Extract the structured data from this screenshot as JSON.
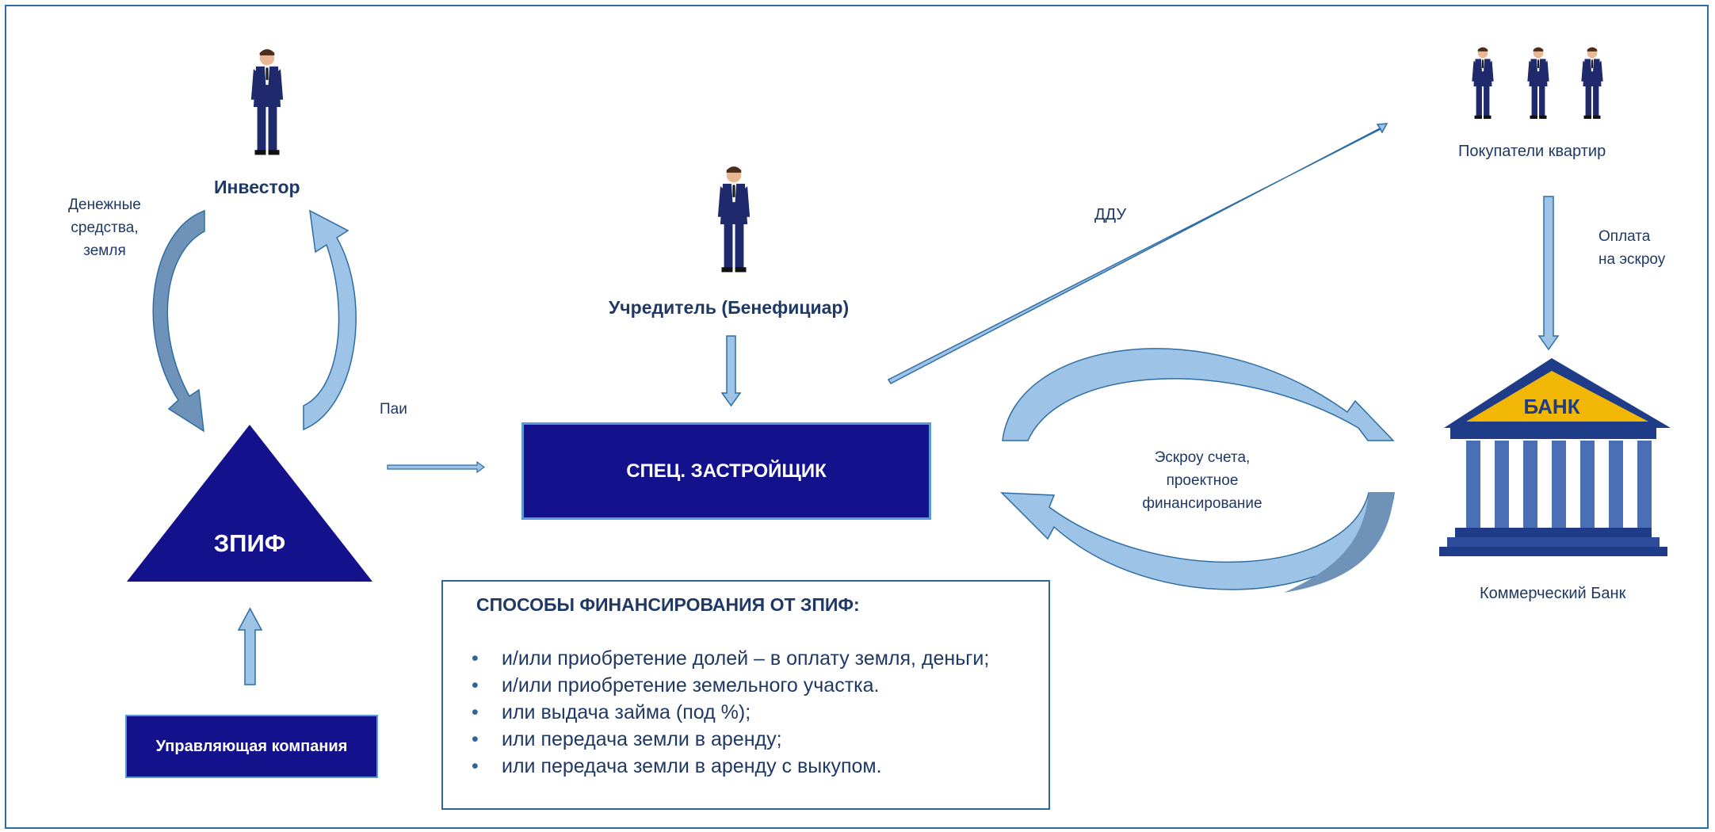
{
  "labels": {
    "investor": "Инвестор",
    "money_land": [
      "Денежные",
      "средства,",
      "земля"
    ],
    "pai": "Паи",
    "zpif": "ЗПИФ",
    "management_company": "Управляющая компания",
    "founder": "Учредитель (Бенефициар)",
    "developer": "СПЕЦ. ЗАСТРОЙЩИК",
    "ddu": "ДДУ",
    "buyers": "Покупатели квартир",
    "payment_escrow": [
      "Оплата",
      "на эскроу"
    ],
    "escrow_financing": [
      "Эскроу счета,",
      "проектное",
      "финансирование"
    ],
    "bank_sign": "БАНК",
    "commercial_bank": "Коммерческий Банк"
  },
  "financing": {
    "title": "СПОСОБЫ ФИНАНСИРОВАНИЯ ОТ ЗПИФ:",
    "items": [
      "и/или приобретение долей – в оплату земля, деньги;",
      "и/или приобретение земельного участка.",
      "или выдача займа (под %);",
      "или передача земли в аренду;",
      "или передача земли в аренду с выкупом."
    ]
  },
  "colors": {
    "navy": "#13128c",
    "text": "#1f3864",
    "arrow_light": "#9dc3e6",
    "arrow_dark": "#6f93b8",
    "arrow_stroke": "#2e6da4",
    "bank_roof": "#f2b705"
  }
}
